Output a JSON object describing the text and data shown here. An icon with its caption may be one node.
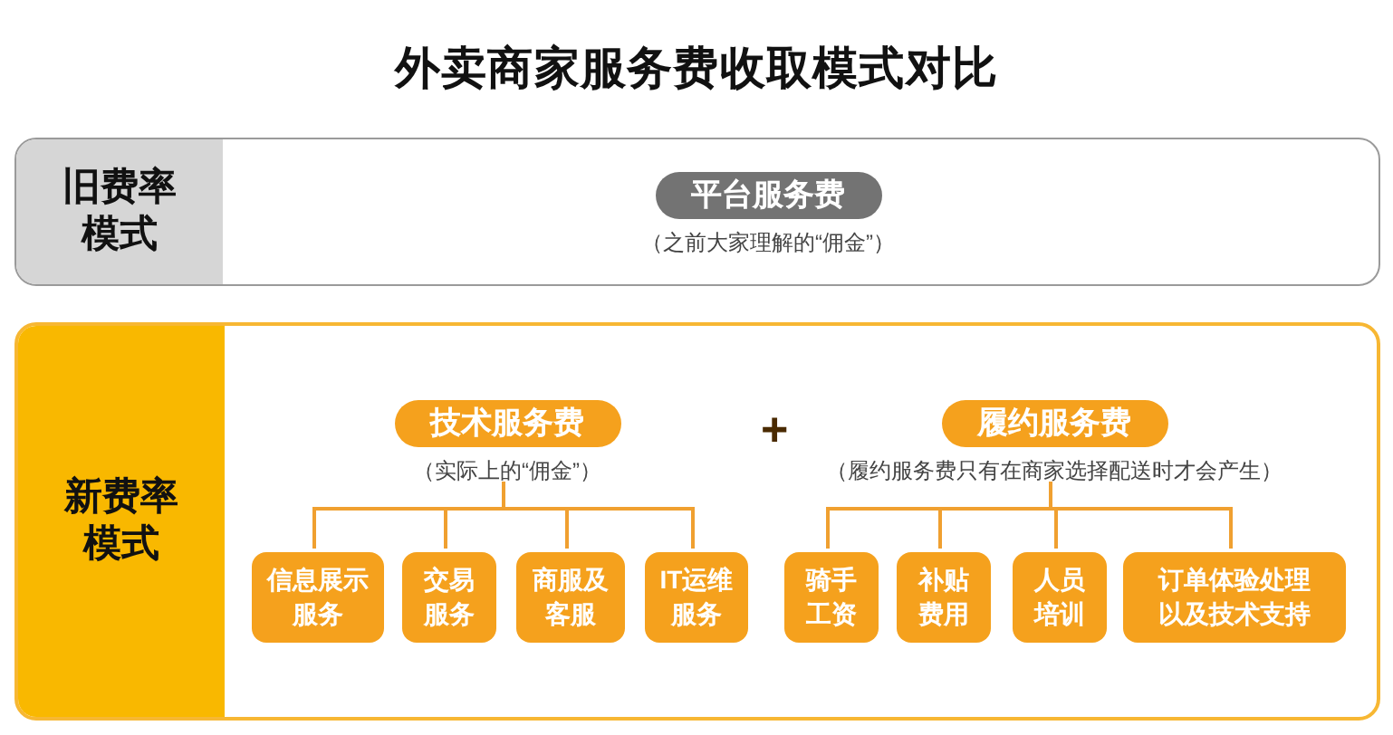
{
  "diagram": {
    "title": "外卖商家服务费收取模式对比",
    "nodes": [
      {
        "text": [
          "旧费率模式"
        ]
      },
      {
        "text": [
          "平台服务费"
        ],
        "beside": [
          "（之前大家理解的“佣金”）"
        ],
        "in": 0
      },
      {
        "text": [
          "新费率模式"
        ]
      },
      {
        "text": [
          "技术服务费"
        ],
        "beside": [
          "（实际上的“佣金”）"
        ],
        "in": 2
      },
      {
        "text": [
          "履约服务费"
        ],
        "beside": [
          "（履约服务费只有在商家选择配送时才会产生）"
        ],
        "in": 2
      },
      {
        "text": [
          "信息展示服务"
        ],
        "in": 2
      },
      {
        "text": [
          "交易服务"
        ],
        "in": 2
      },
      {
        "text": [
          "商服及客服"
        ],
        "in": 2
      },
      {
        "text": [
          "IT运维服务"
        ],
        "in": 2
      },
      {
        "text": [
          "骑手工资"
        ],
        "in": 2
      },
      {
        "text": [
          "补贴费用"
        ],
        "in": 2
      },
      {
        "text": [
          "人员培训"
        ],
        "in": 2
      },
      {
        "text": [
          "订单体验处理以及技术支持"
        ],
        "in": 2
      }
    ],
    "edges": [
      {
        "from": 3,
        "to": 5,
        "arrow": "none"
      },
      {
        "from": 3,
        "to": 6,
        "arrow": "none"
      },
      {
        "from": 3,
        "to": 7,
        "arrow": "none"
      },
      {
        "from": 3,
        "to": 8,
        "arrow": "none"
      },
      {
        "from": 4,
        "to": 9,
        "arrow": "none"
      },
      {
        "from": 4,
        "to": 10,
        "arrow": "none"
      },
      {
        "from": 4,
        "to": 11,
        "arrow": "none"
      },
      {
        "from": 4,
        "to": 12,
        "arrow": "none"
      }
    ],
    "labels": [
      "+"
    ]
  }
}
